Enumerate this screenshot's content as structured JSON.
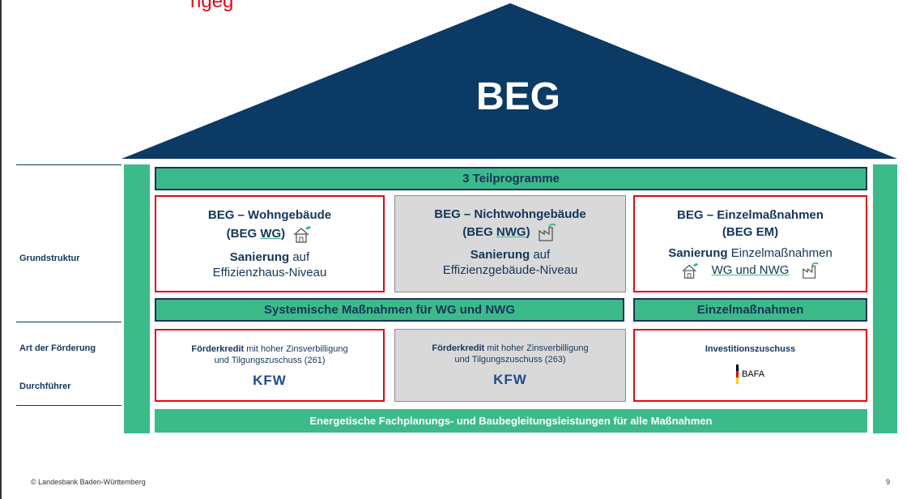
{
  "header": {
    "title_fragment": "ngeg"
  },
  "roof": {
    "title": "BEG"
  },
  "rows": {
    "grundstruktur": "Grundstruktur",
    "art": "Art der Förderung",
    "durchfuehrer": "Durchführer"
  },
  "teilprogramme": "3 Teilprogramme",
  "programs": [
    {
      "title_line1": "BEG – Wohngebäude",
      "title_line2_prefix": "(BEG ",
      "title_line2_abbr": "WG",
      "title_line2_suffix": ")",
      "sub_bold": "Sanierung",
      "sub_rest": " auf",
      "sub_line2": "Effizienzhaus-Niveau",
      "icon": "house-leaf-icon"
    },
    {
      "title_line1": "BEG – Nichtwohngebäude",
      "title_line2_prefix": "(BEG ",
      "title_line2_abbr": "NWG",
      "title_line2_suffix": ")",
      "sub_bold": "Sanierung",
      "sub_rest": " auf",
      "sub_line2": "Effizienzgebäude-Niveau",
      "icon": "factory-icon"
    },
    {
      "title_line1": "BEG – Einzelmaßnahmen",
      "title_line2": "(BEG EM)",
      "sub_bold": "Sanierung",
      "sub_rest": " Einzelmaßnahmen",
      "sub_line2": "WG und NWG",
      "icon": "house-and-factory-icons"
    }
  ],
  "middle_bars": {
    "left": "Systemische Maßnahmen für WG und NWG",
    "right": "Einzelmaßnahmen"
  },
  "funding": [
    {
      "bold": "Förderkredit",
      "rest": " mit hoher Zinsverbilligung",
      "line2": "und Tilgungszuschuss (261)",
      "executor": "KFW"
    },
    {
      "bold": "Förderkredit",
      "rest": " mit hoher Zinsverbilligung",
      "line2": "und Tilgungszuschuss (263)",
      "executor": "KFW"
    },
    {
      "bold": "Investitionszuschuss",
      "executor": "BAFA"
    }
  ],
  "bottom_bar": "Energetische Fachplanungs- und Baubegleitungsleistungen für alle Maßnahmen",
  "footer": {
    "copyright": "© Landesbank Baden-Württemberg",
    "page": "9"
  },
  "colors": {
    "navy": "#14365a",
    "green": "#3dba8a",
    "red": "#e30613",
    "grey": "#d9d9d9"
  }
}
